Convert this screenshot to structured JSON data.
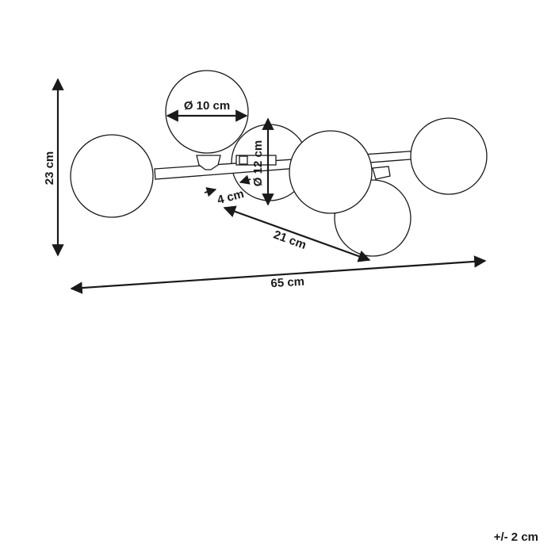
{
  "dimensions": {
    "height": "23 cm",
    "width": "65 cm",
    "depth": "21 cm",
    "globe_small": "Ø 10 cm",
    "globe_large": "Ø 12 cm",
    "offset": "4 cm"
  },
  "tolerance": "+/- 2 cm",
  "colors": {
    "line": "#1a1a1a",
    "background": "#ffffff"
  }
}
